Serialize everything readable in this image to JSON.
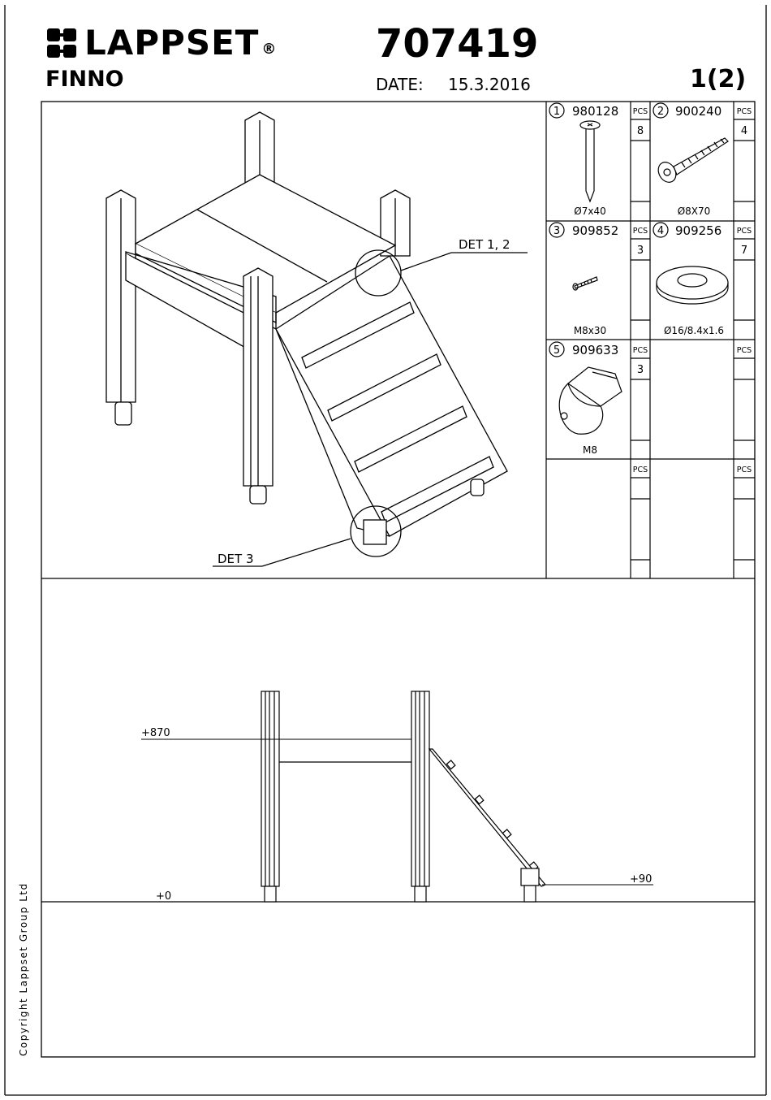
{
  "header": {
    "brand": "LAPPSET",
    "brand_mark": "®",
    "product_name": "FINNO",
    "product_code": "707419",
    "date_label": "DATE:",
    "date_value": "15.3.2016",
    "page_indicator": "1(2)"
  },
  "isometric": {
    "callout_det12": "DET 1, 2",
    "callout_det3": "DET 3"
  },
  "parts": [
    {
      "index": "1",
      "code": "980128",
      "pcs_label": "PCS",
      "qty": "8",
      "size": "Ø7x40",
      "icon": "screw-icon"
    },
    {
      "index": "2",
      "code": "900240",
      "pcs_label": "PCS",
      "qty": "4",
      "size": "Ø8X70",
      "icon": "wood-screw-icon"
    },
    {
      "index": "3",
      "code": "909852",
      "pcs_label": "PCS",
      "qty": "3",
      "size": "M8x30",
      "icon": "bolt-icon"
    },
    {
      "index": "4",
      "code": "909256",
      "pcs_label": "PCS",
      "qty": "7",
      "size": "Ø16/8.4x1.6",
      "icon": "washer-icon"
    },
    {
      "index": "5",
      "code": "909633",
      "pcs_label": "PCS",
      "qty": "3",
      "size": "M8",
      "icon": "cap-nut-icon"
    }
  ],
  "empty_pcs_label": "PCS",
  "elevation": {
    "level_top": "+870",
    "level_ground": "+0",
    "level_ramp": "+90"
  },
  "footer": {
    "copyright": "Copyright Lappset Group Ltd"
  }
}
